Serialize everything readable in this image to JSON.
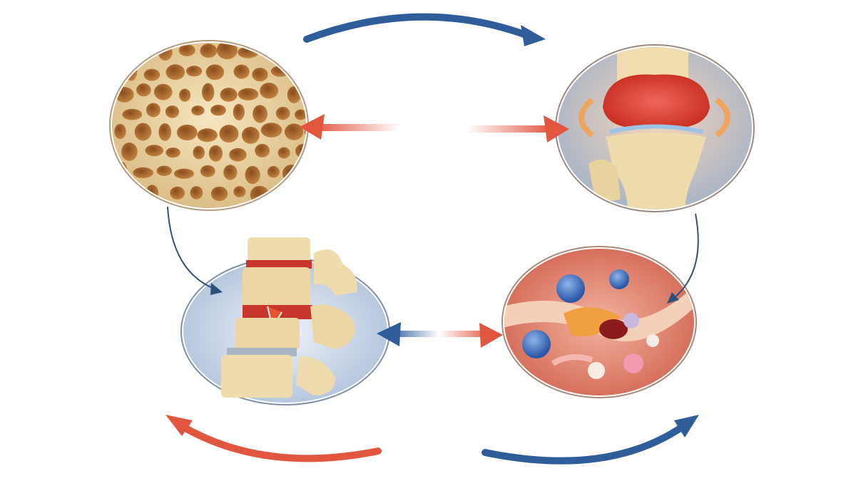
{
  "diagram": {
    "panels": [
      {
        "id": "porous-bone",
        "icon": "trabecular-bone-illustration"
      },
      {
        "id": "inflamed-knee",
        "icon": "inflamed-knee-joint-illustration"
      },
      {
        "id": "fractured-spine",
        "icon": "fractured-vertebrae-illustration"
      },
      {
        "id": "immune-cells",
        "icon": "immune-cells-vessel-illustration"
      }
    ],
    "colors": {
      "blue_arrow": "#2f5d9a",
      "red_arrow": "#e2553f",
      "bone": "#f1ddb0",
      "bone_pore": "#a8692e",
      "inflammation": "#e4482f",
      "tissue": "#d9705d",
      "background": "#ffffff"
    }
  }
}
